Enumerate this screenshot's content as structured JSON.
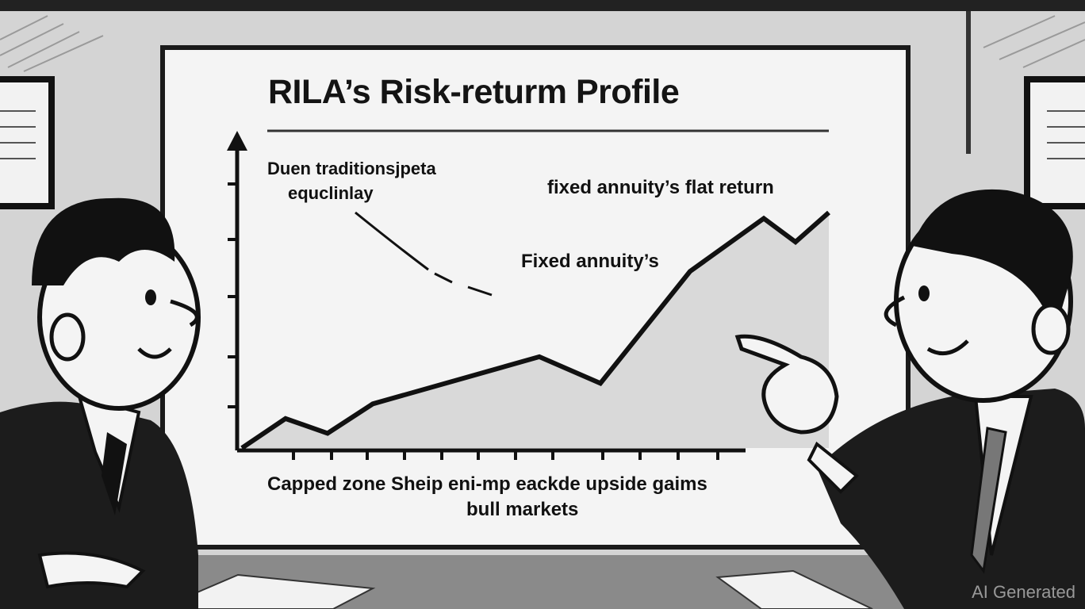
{
  "board": {
    "title": "RILA’s Risk-returm Profile"
  },
  "annotations": {
    "top_left_line1": "Duen traditionsjpeta",
    "top_left_line2": "equclinlay",
    "top_right": "fixed annuity’s flat return",
    "middle": "Fixed annuity’s"
  },
  "caption": {
    "line1": "Capped zone Sheip eni-mp eackde upside gaims",
    "line2": "bull markets"
  },
  "chart_data": {
    "type": "area",
    "title": "RILA’s Risk-returm Profile",
    "xlabel": "",
    "ylabel": "",
    "series": [
      {
        "values": [
          0.0,
          0.1,
          0.05,
          0.15,
          0.31,
          0.22,
          0.6,
          0.78,
          0.7,
          0.8
        ]
      }
    ],
    "grid": false
  },
  "watermark": "AI Generated",
  "colors": {
    "background": "#d6d6d6",
    "board": "#f4f4f4",
    "area_fill": "#d9d9d9",
    "ink": "#111111"
  }
}
